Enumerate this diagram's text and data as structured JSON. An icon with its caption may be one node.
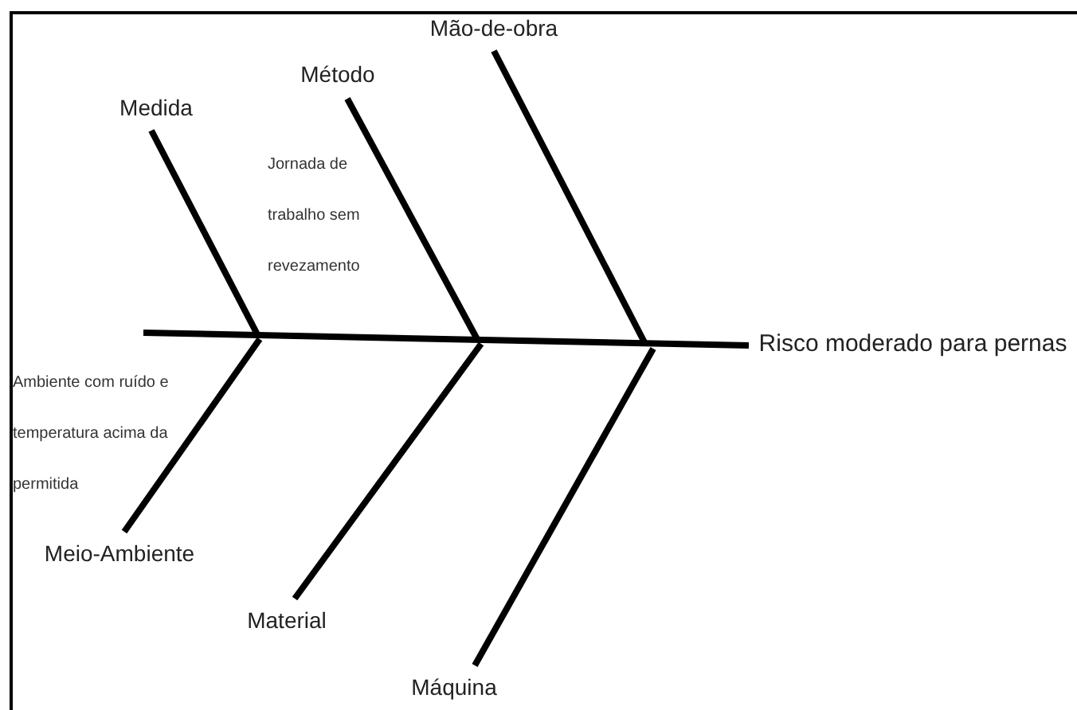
{
  "diagram": {
    "nodes": [
      {
        "text": [
          "Medida"
        ]
      },
      {
        "text": [
          "Método"
        ]
      },
      {
        "text": [
          "Mão-de-obra"
        ]
      },
      {
        "text": [
          "Meio-Ambiente"
        ]
      },
      {
        "text": [
          "Material"
        ]
      },
      {
        "text": [
          "Máquina"
        ]
      },
      {
        "text": [
          "Risco moderado para pernas"
        ]
      }
    ],
    "edges": [
      {
        "from": null,
        "to": 6,
        "arrow": "none"
      },
      {
        "from": 0,
        "to": null,
        "arrow": "none"
      },
      {
        "from": 1,
        "to": null,
        "arrow": "none"
      },
      {
        "from": 2,
        "to": null,
        "arrow": "none"
      },
      {
        "from": 3,
        "to": null,
        "arrow": "none"
      },
      {
        "from": 4,
        "to": null,
        "arrow": "none"
      },
      {
        "from": 5,
        "to": null,
        "arrow": "none"
      }
    ],
    "labels": [
      "Jornada de trabalho sem revezamento",
      "Ambiente com ruído e temperatura acima da permitida"
    ]
  }
}
